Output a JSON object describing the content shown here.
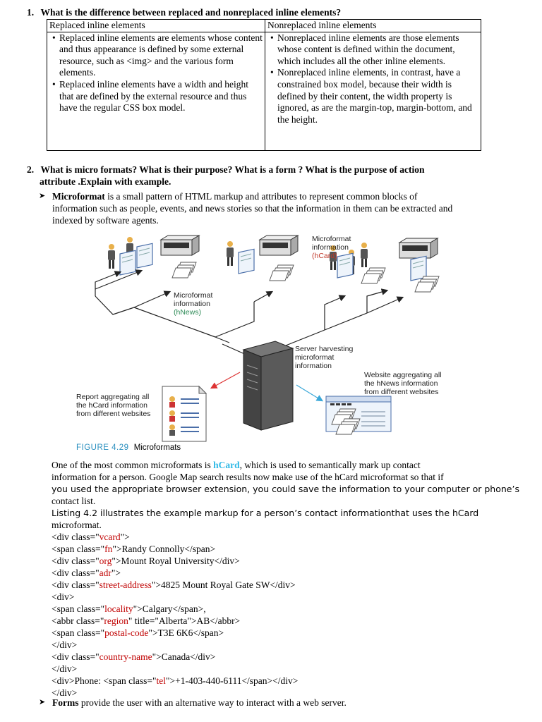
{
  "q1": {
    "number": "1.",
    "text": "What is the difference between replaced and nonreplaced inline elements?",
    "table": {
      "headers": [
        "Replaced inline elements",
        "Nonreplaced inline elements"
      ],
      "left": [
        "Replaced inline elements are elements whose content and thus appearance is defined by some external resource, such as <img> and the various form elements.",
        "Replaced inline elements have a width and height that are defined by the external resource and thus have the regular CSS box model."
      ],
      "right": [
        "Nonreplaced inline elements are those elements whose content is defined within the document, which includes all the other inline elements.",
        "Nonreplaced inline elements, in contrast, have a constrained box model, because their width is defined by their content, the  width property is ignored, as are the margin-top, margin-bottom, and the height."
      ]
    }
  },
  "q2": {
    "number": "2.",
    "line1": "What is micro formats? What is their purpose? What is a form ? What is the purpose of action",
    "line2": "attribute .Explain with example.",
    "bullet1": {
      "term": "Microformat",
      "rest_line1": " is a small pattern of HTML markup and attributes to represent common blocks of",
      "line2": "information such as people, events, and news stories so that the information in them can be extracted and",
      "line3": "indexed by software agents."
    }
  },
  "figure": {
    "label_hcard_top": [
      "Microformat",
      "information",
      "(hCard)"
    ],
    "label_hnews": [
      "Microformat",
      "information",
      "(hNews)"
    ],
    "label_server": [
      "Server harvesting",
      "microformat",
      "information"
    ],
    "label_website": [
      "Website aggregating all",
      "the hNews information",
      "from different websites"
    ],
    "label_report": [
      "Report aggregating all",
      "the hCard information",
      "from different websites"
    ],
    "caption_num": "FIGURE 4.29",
    "caption_text": "Microformats"
  },
  "para": {
    "l1_pre": "One of the most common microformats is ",
    "l1_hcard": "hCard",
    "l1_post": ", which is used to semantically mark up contact",
    "l2": "information for a person. Google Map search results now make use of the hCard microformat so that if",
    "l3": "you used the appropriate browser extension, you could save the information to your computer or phone’s",
    "l4": "contact list.",
    "l5": "Listing 4.2 illustrates the example markup for a person’s contact informationthat uses the hCard",
    "l6": "microformat."
  },
  "code": [
    {
      "pre": "<div class=\"",
      "cls": "vcard",
      "post": "\">"
    },
    {
      "pre": "<span class=\"",
      "cls": "fn",
      "post": "\">Randy Connolly</span>"
    },
    {
      "pre": "<div class=\"",
      "cls": "org",
      "post": "\">Mount Royal University</div>"
    },
    {
      "pre": "<div class=\"",
      "cls": "adr",
      "post": "\">"
    },
    {
      "pre": "<div class=\"",
      "cls": "street-address",
      "post": "\">4825 Mount Royal Gate SW</div>"
    },
    {
      "pre": "<div>",
      "cls": "",
      "post": ""
    },
    {
      "pre": "<span class=\"",
      "cls": "locality",
      "post": "\">Calgary</span>,"
    },
    {
      "pre": "<abbr class=\"",
      "cls": "region",
      "post": "\" title=\"Alberta\">AB</abbr>"
    },
    {
      "pre": "<span class=\"",
      "cls": "postal-code",
      "post": "\">T3E 6K6</span>"
    },
    {
      "pre": "</div>",
      "cls": "",
      "post": ""
    },
    {
      "pre": "<div class=\"",
      "cls": "country-name",
      "post": "\">Canada</div>"
    },
    {
      "pre": "</div>",
      "cls": "",
      "post": ""
    },
    {
      "pre": "<div>Phone: <span class=\"",
      "cls": "tel",
      "post": "\">+1-403-440-6111</span></div>"
    },
    {
      "pre": "</div>",
      "cls": "",
      "post": ""
    }
  ],
  "forms": {
    "term": "Forms",
    "rest": " provide the user with an alternative way to interact with a web server."
  }
}
